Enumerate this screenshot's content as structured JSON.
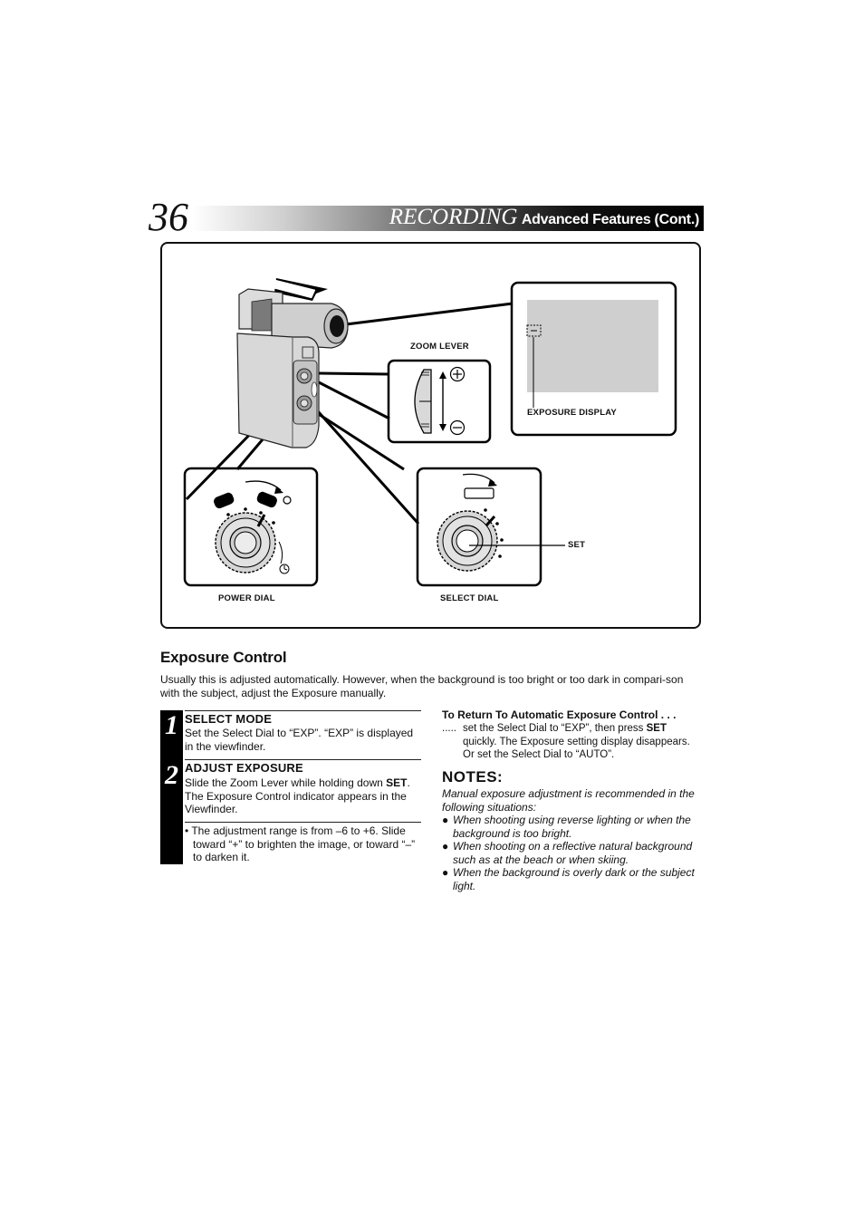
{
  "header": {
    "page_number": "36",
    "title": "RECORDING",
    "subtitle": "Advanced Features (Cont.)"
  },
  "figure": {
    "labels": {
      "zoom_lever": "ZOOM LEVER",
      "exposure_display": "EXPOSURE DISPLAY",
      "set": "SET",
      "power_dial": "POWER DIAL",
      "select_dial": "SELECT DIAL"
    },
    "colors": {
      "lcd_screen": "#cfcfcf",
      "camera_body": "#d8d8d8",
      "line": "#000000"
    }
  },
  "section": {
    "title": "Exposure Control",
    "intro": "Usually this is adjusted automatically. However, when the background is too bright or too dark in compari-son with the subject, adjust the Exposure manually."
  },
  "steps": [
    {
      "number": "1",
      "title": "SELECT MODE",
      "text": "Set the Select Dial to “EXP”. “EXP” is displayed in the viewfinder."
    },
    {
      "number": "2",
      "title": "ADJUST EXPOSURE",
      "text_before": "Slide the Zoom Lever while holding down ",
      "text_bold": "SET",
      "text_after": ". The Exposure Control indicator appears in the Viewfinder.",
      "bullet": "• The adjustment range is from –6 to +6. Slide toward “+” to brighten the image, or toward “–” to darken it."
    }
  ],
  "return_auto": {
    "title": "To Return To Automatic Exposure Control . . .",
    "dots": ".....",
    "text_before": "set the Select Dial to “EXP”, then press ",
    "text_bold": "SET",
    "text_after": " quickly. The Exposure setting display disappears. Or set the Select Dial to “AUTO”."
  },
  "notes": {
    "title": "NOTES:",
    "intro": "Manual exposure adjustment is recommended in the following situations:",
    "bullet_symbol": "●",
    "items": [
      "When shooting using reverse lighting or when the background is too bright.",
      "When shooting on a reflective natural background such as at the beach or when skiing.",
      "When the background is overly dark or the subject light."
    ]
  }
}
